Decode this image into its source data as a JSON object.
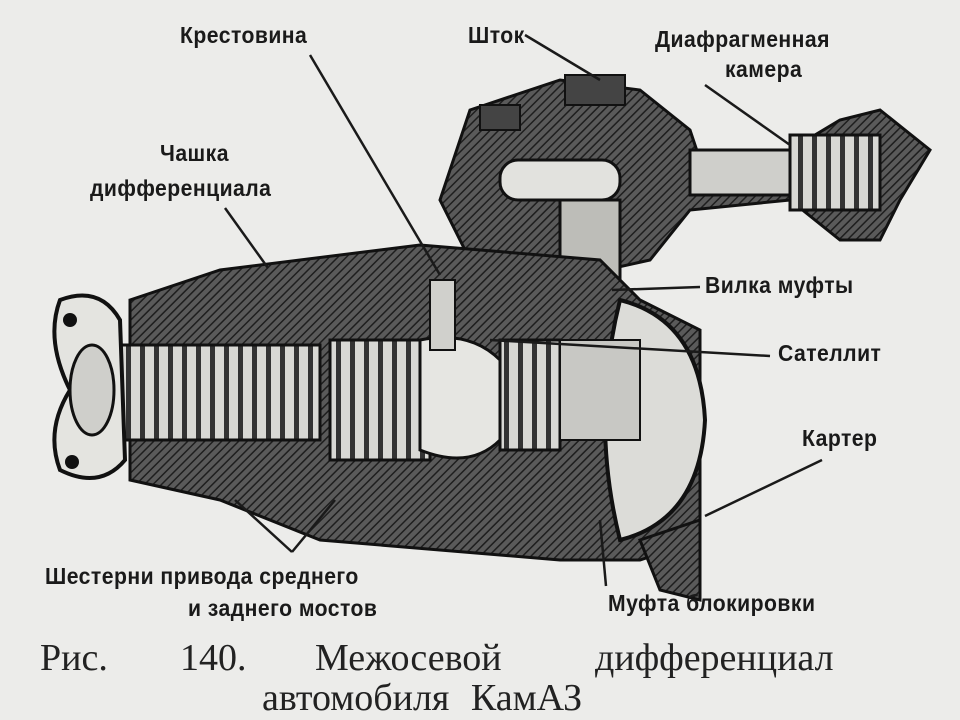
{
  "labels": {
    "krestovina": "Крестовина",
    "shtok": "Шток",
    "diaphragm_line1": "Диафрагменная",
    "diaphragm_line2": "камера",
    "cup_line1": "Чашка",
    "cup_line2": "дифференциала",
    "fork": "Вилка муфты",
    "satellite": "Сателлит",
    "carter": "Картер",
    "gears_line1": "Шестерни привода среднего",
    "gears_line2": "и заднего мостов",
    "lock_clutch": "Муфта блокировки"
  },
  "caption": {
    "line1_prefix": "Рис.",
    "line1_number": "140.",
    "line1_word1": "Межосевой",
    "line1_word2": "дифференциал",
    "line2": "автомобиля КамАЗ"
  }
}
